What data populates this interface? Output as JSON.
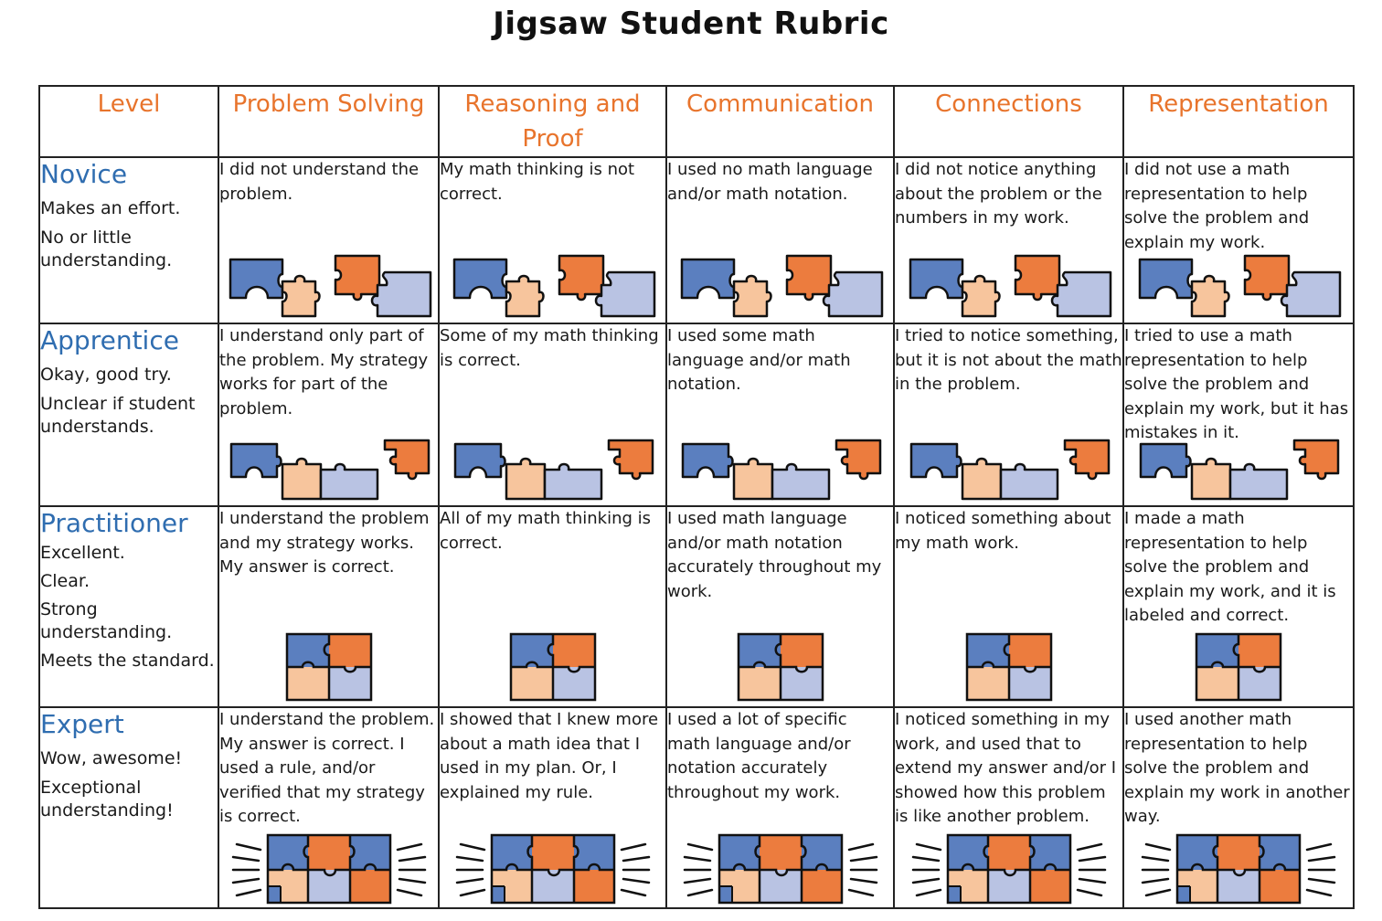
{
  "title": "Jigsaw Student Rubric",
  "columns": [
    "Level",
    "Problem Solving",
    "Reasoning and Proof",
    "Communication",
    "Connections",
    "Representation"
  ],
  "colors": {
    "header_orange": "#e8742c",
    "level_blue": "#2f6db0",
    "piece_blue": "#5b7fbf",
    "piece_peach": "#f7c59d",
    "piece_orange": "#ec7c3e",
    "piece_lavender": "#b9c3e3"
  },
  "icons": {
    "novice": "scattered-puzzle-pieces-icon",
    "apprentice": "partly-joined-puzzle-pieces-icon",
    "practitioner": "completed-puzzle-icon",
    "expert": "glowing-puzzle-icon"
  },
  "rows": [
    {
      "level": "Novice",
      "descriptors": [
        "Makes an effort.",
        "No or little understanding."
      ],
      "cells": [
        "I did not understand the problem.",
        "My math thinking is not correct.",
        "I used no math language and/or math notation.",
        "I did not notice anything about the problem or the numbers in my work.",
        "I did not use a math representation to help solve the problem and explain my work."
      ]
    },
    {
      "level": "Apprentice",
      "descriptors": [
        "Okay, good try.",
        "Unclear if student understands."
      ],
      "cells": [
        "I understand only part of the problem. My strategy works for part of the problem.",
        "Some of my math thinking is correct.",
        "I used some math language and/or math notation.",
        "I tried to notice something, but it is not about the math in the problem.",
        "I tried to use a math representation to help solve the problem and explain my work, but it has mistakes in it."
      ]
    },
    {
      "level": "Practitioner",
      "descriptors": [
        "Excellent.",
        "Clear.",
        "Strong understanding.",
        "Meets the standard."
      ],
      "cells": [
        "I understand the problem and my strategy works. My answer is correct.",
        "All of my math thinking is correct.",
        "I used math language and/or math notation accurately throughout my work.",
        "I noticed something about my math work.",
        "I made a math representation to help solve the problem and explain my work, and it is labeled and correct."
      ]
    },
    {
      "level": "Expert",
      "descriptors": [
        "Wow, awesome!",
        "Exceptional understanding!"
      ],
      "cells": [
        "I understand the problem. My answer is correct. I used a rule, and/or verified that my strategy is correct.",
        "I showed that I knew more about a math idea that I used in my plan. Or, I explained my rule.",
        "I used a lot of specific math language and/or notation accurately throughout my work.",
        "I noticed something in my work, and used that to extend my answer and/or I showed how this problem is like another problem.",
        "I used another math representation to help solve the problem and explain my work in another way."
      ]
    }
  ]
}
